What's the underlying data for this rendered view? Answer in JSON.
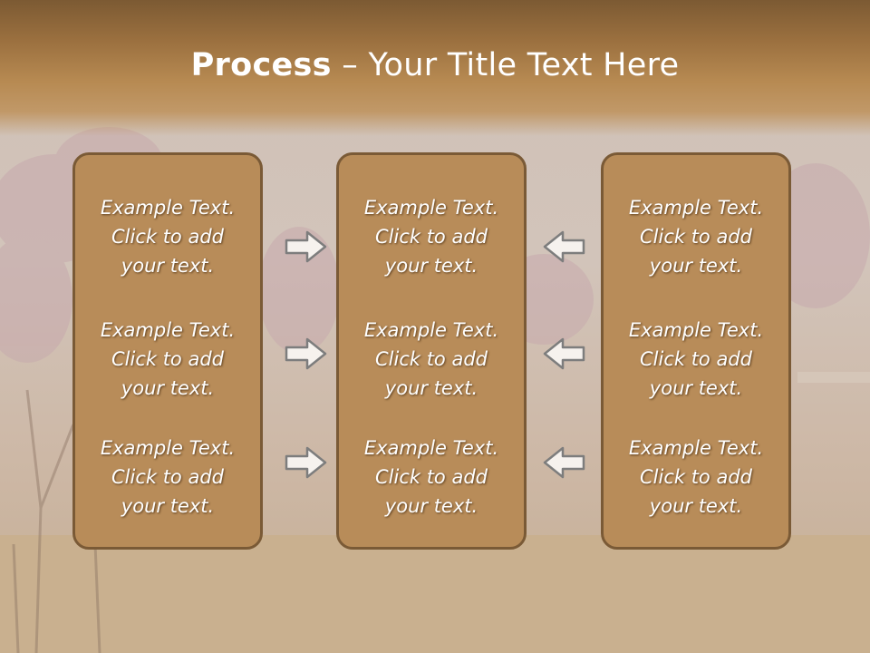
{
  "slide": {
    "title_bold": "Process",
    "title_rest": " – Your Title Text Here"
  },
  "columns": [
    {
      "items": [
        {
          "line1": "Example Text.",
          "line2": "Click  to add",
          "line3": "your text."
        },
        {
          "line1": "Example Text.",
          "line2": "Click  to add",
          "line3": "your text."
        },
        {
          "line1": "Example Text.",
          "line2": "Click  to add",
          "line3": "your text."
        }
      ]
    },
    {
      "items": [
        {
          "line1": "Example Text.",
          "line2": "Click  to add",
          "line3": "your text."
        },
        {
          "line1": "Example Text.",
          "line2": "Click  to add",
          "line3": "your text."
        },
        {
          "line1": "Example Text.",
          "line2": "Click  to add",
          "line3": "your text."
        }
      ]
    },
    {
      "items": [
        {
          "line1": "Example Text.",
          "line2": "Click  to add",
          "line3": "your text."
        },
        {
          "line1": "Example Text.",
          "line2": "Click  to add",
          "line3": "your text."
        },
        {
          "line1": "Example Text.",
          "line2": "Click  to add",
          "line3": "your text."
        }
      ]
    }
  ],
  "arrows": {
    "left_group": [
      "arrow-right-icon",
      "arrow-right-icon",
      "arrow-right-icon"
    ],
    "right_group": [
      "arrow-left-icon",
      "arrow-left-icon",
      "arrow-left-icon"
    ]
  },
  "colors": {
    "title_band": "#9b703f",
    "box_fill": "#b88c59",
    "box_border": "#7a5a36",
    "text": "#ffffff"
  }
}
